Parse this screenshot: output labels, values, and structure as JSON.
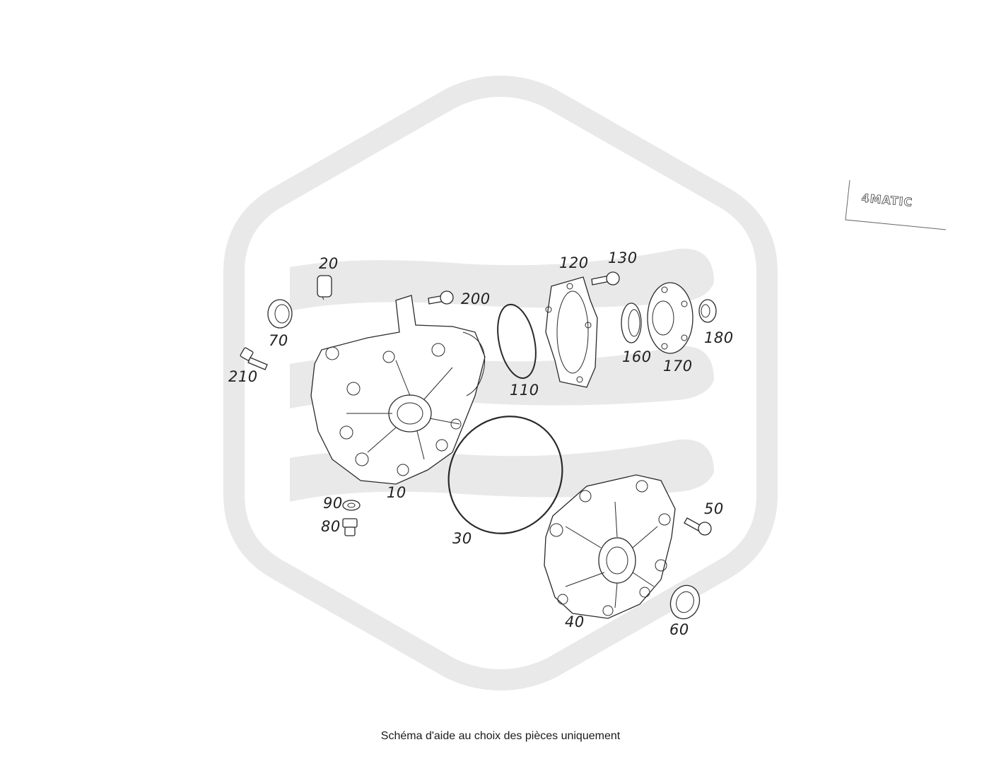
{
  "diagram": {
    "badge_text": "4MATIC",
    "caption": "Schéma d'aide au choix des pièces uniquement",
    "callouts": [
      {
        "id": "c20",
        "text": "20"
      },
      {
        "id": "c70",
        "text": "70"
      },
      {
        "id": "c210",
        "text": "210"
      },
      {
        "id": "c200",
        "text": "200"
      },
      {
        "id": "c10",
        "text": "10"
      },
      {
        "id": "c90",
        "text": "90"
      },
      {
        "id": "c80",
        "text": "80"
      },
      {
        "id": "c30",
        "text": "30"
      },
      {
        "id": "c110",
        "text": "110"
      },
      {
        "id": "c120",
        "text": "120"
      },
      {
        "id": "c130",
        "text": "130"
      },
      {
        "id": "c160",
        "text": "160"
      },
      {
        "id": "c170",
        "text": "170"
      },
      {
        "id": "c180",
        "text": "180"
      },
      {
        "id": "c50",
        "text": "50"
      },
      {
        "id": "c40",
        "text": "40"
      },
      {
        "id": "c60",
        "text": "60"
      }
    ],
    "colors": {
      "watermark": "#e9e9e9",
      "line": "#2a2a2a",
      "badge": "#555555"
    }
  }
}
